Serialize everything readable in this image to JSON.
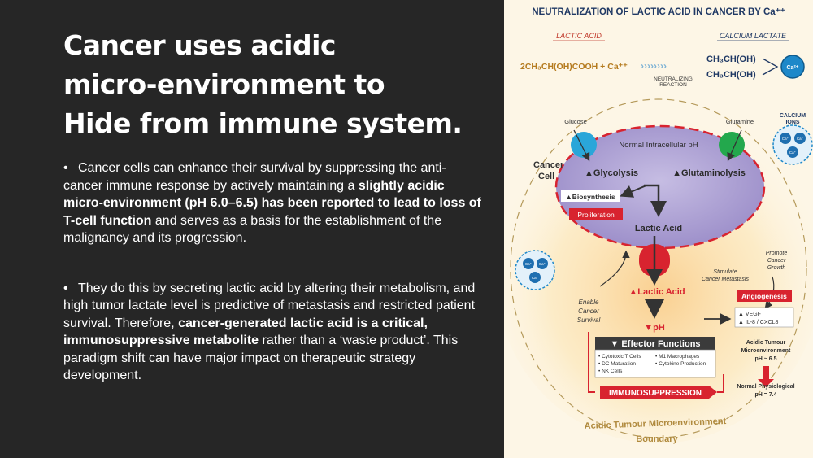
{
  "slide": {
    "title_lines": [
      "Cancer uses acidic",
      "micro-environment to",
      "Hide from immune system."
    ],
    "bullet1": {
      "a": "Cancer cells can enhance their survival by suppressing the anti-cancer immune response by actively maintaining a",
      "b": "slightly acidic micro-environment (pH 6.0–6.5) has been reported to lead to loss of T-cell function",
      "c": "and serves as a basis for the establishment of the malignancy and its progression."
    },
    "bullet2": {
      "a": "They do this by secreting lactic acid by altering their metabolism, and high tumor lactate level is predictive of metastasis and restricted patient survival. Therefore,",
      "b": "cancer-generated lactic acid is a critical, immunosuppressive metabolite",
      "c": "rather than a ‘waste product’. This paradigm shift can have major impact on therapeutic strategy development."
    }
  },
  "figure": {
    "heading": "NEUTRALIZATION OF LACTIC ACID IN CANCER BY Ca⁺⁺",
    "lactic_acid_label": "LACTIC ACID",
    "calcium_lactate_label": "CALCIUM LACTATE",
    "equation_left": "2CH₃CH(OH)COOH + Ca⁺⁺",
    "neutralizing_line1": "NEUTRALIZING",
    "neutralizing_line2": "REACTION",
    "product_line1": "CH₃CH(OH)",
    "product_line2": "CH₃CH(OH)",
    "ca_symbol": "Ca²⁺",
    "calcium_ions_line1": "CALCIUM",
    "calcium_ions_line2": "IONS",
    "ca_small": "Ca⁺",
    "glucose": "Glucose",
    "glutamine": "Glutamine",
    "cancer_cell_line1": "Cancer",
    "cancer_cell_line2": "Cell",
    "normal_ph": "Normal Intracellular pH",
    "glycolysis": "▲Glycolysis",
    "glutaminolysis": "▲Glutaminolysis",
    "biosynthesis": "▲Biosynthesis",
    "proliferation": "Proliferation",
    "lactic_acid_inner": "Lactic Acid",
    "lactic_acid_outer": "▲Lactic Acid",
    "ph_down": "▼pH",
    "promote_growth_1": "Promote",
    "promote_growth_2": "Cancer",
    "promote_growth_3": "Growth",
    "stimulate_1": "Stimulate",
    "stimulate_2": "Cancer Metastasis",
    "enable_1": "Enable",
    "enable_2": "Cancer",
    "enable_3": "Survival",
    "angiogenesis": "Angiogenesis",
    "vegf": "▲ VEGF",
    "il8": "▲ IL-8 / CXCL8",
    "effector_title": "▼ Effector Functions",
    "effector_col1": [
      "• Cytotoxic T Cells",
      "• DC Maturation",
      "• NK Cells"
    ],
    "effector_col2": [
      "• M1 Macrophages",
      "• Cytokine Production"
    ],
    "immunosuppression": "IMMUNOSUPPRESSION",
    "acidic_tme_1": "Acidic Tumour",
    "acidic_tme_2": "Microenvironment",
    "acidic_tme_3": "pH ~ 6.5",
    "normal_phys_1": "Normal Physiological",
    "normal_phys_2": "pH = 7.4",
    "boundary_1": "Acidic Tumour Microenvironment",
    "boundary_2": "Boundary"
  },
  "colors": {
    "slide_bg": "#262626",
    "figure_bg": "#fdf6e6",
    "cell_purple": "#a89ad0",
    "accent_red": "#d8232f",
    "accent_blue": "#1e88c9",
    "accent_green": "#23a84d",
    "navy": "#1f3864"
  }
}
